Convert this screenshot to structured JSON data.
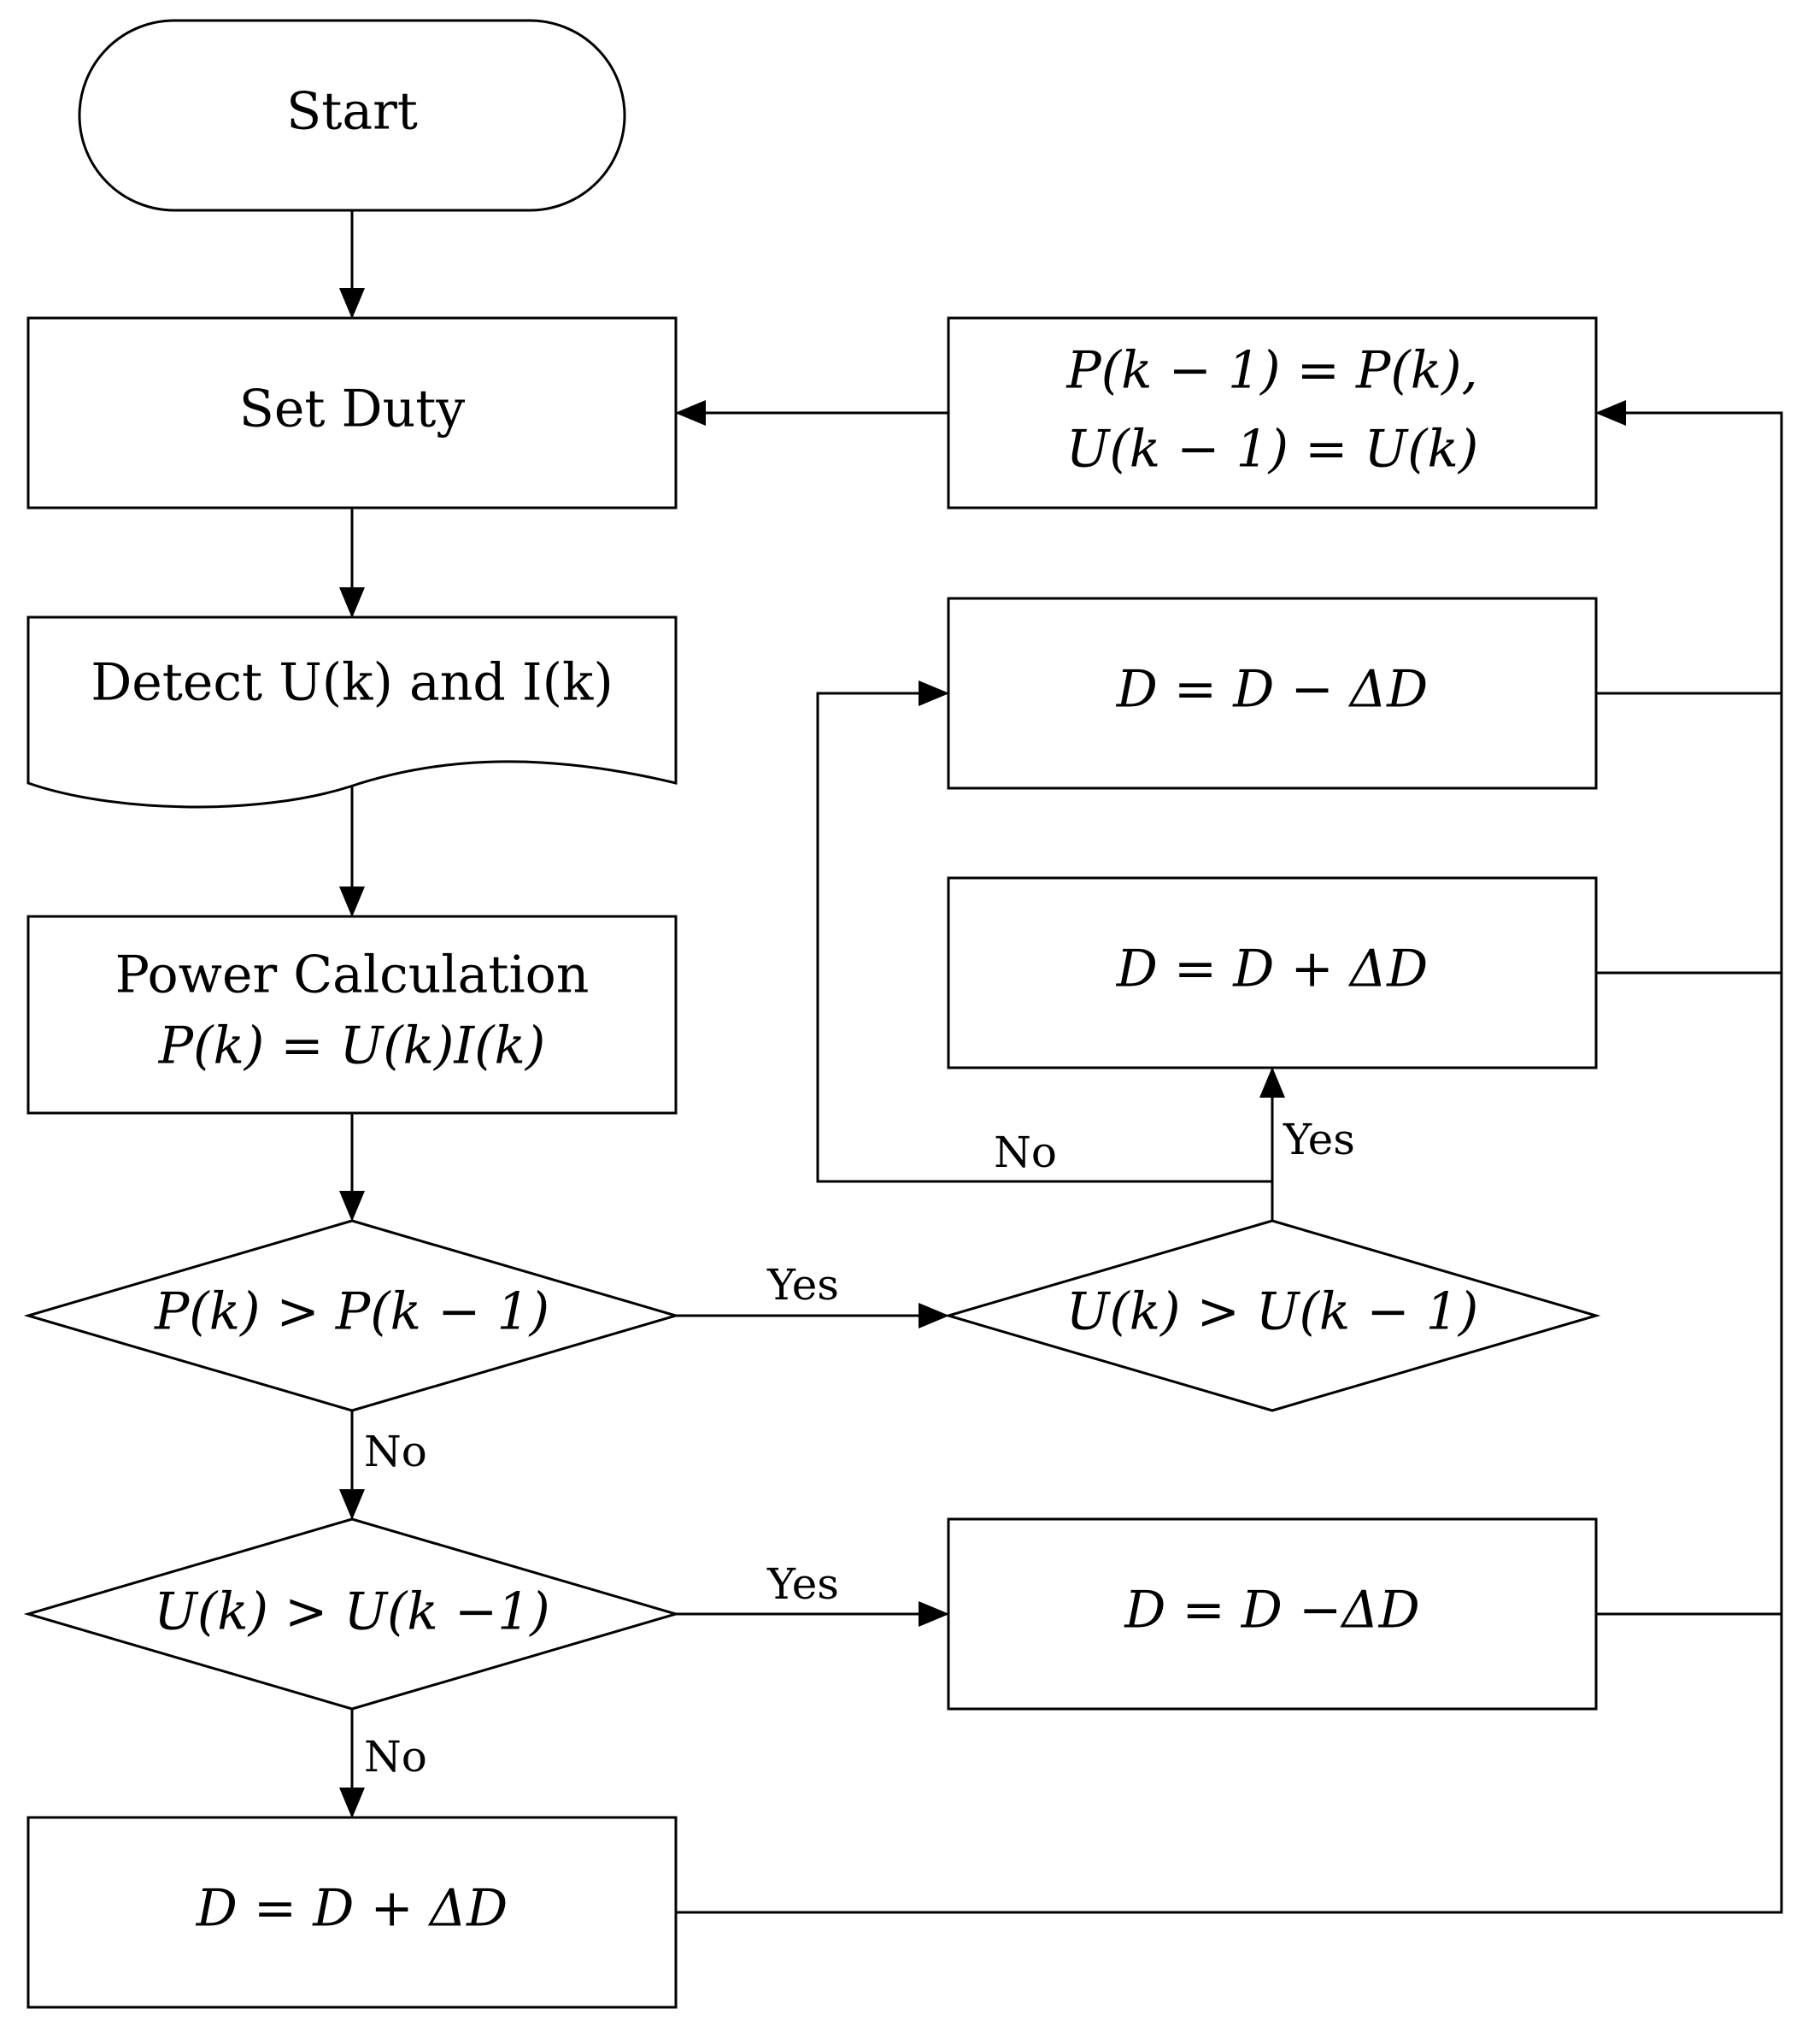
{
  "nodes": {
    "start": {
      "label": "Start"
    },
    "set_duty": {
      "label": "Set Duty"
    },
    "detect": {
      "label": "Detect U(k) and I(k)"
    },
    "power_calc": {
      "line1": "Power Calculation",
      "line2": "P(k) = U(k)I(k)"
    },
    "decision_p": {
      "label": "P(k) > P(k − 1)"
    },
    "decision_u_left": {
      "label": "U(k) > U(k −1)"
    },
    "final_increase": {
      "label": "D = D + ΔD"
    },
    "update": {
      "line1": "P(k − 1) = P(k),",
      "line2": "U(k − 1) = U(k)"
    },
    "decrease_top": {
      "label": "D = D − ΔD"
    },
    "increase_top": {
      "label": "D = D + ΔD"
    },
    "decision_u_right": {
      "label": "U(k) > U(k − 1)"
    },
    "decrease_bottom": {
      "label": "D = D −ΔD"
    }
  },
  "edges": {
    "p_yes": "Yes",
    "p_no": "No",
    "u_left_yes": "Yes",
    "u_left_no": "No",
    "u_right_yes": "Yes",
    "u_right_no": "No"
  }
}
